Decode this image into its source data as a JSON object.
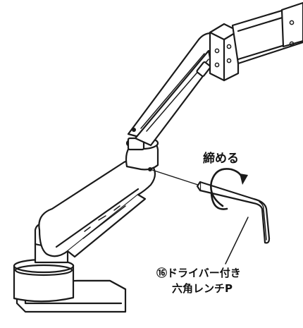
{
  "figure": {
    "action_label": "締める",
    "part_label_line1": "⑯ドライバー付き",
    "part_label_line2": "六角レンチP"
  }
}
